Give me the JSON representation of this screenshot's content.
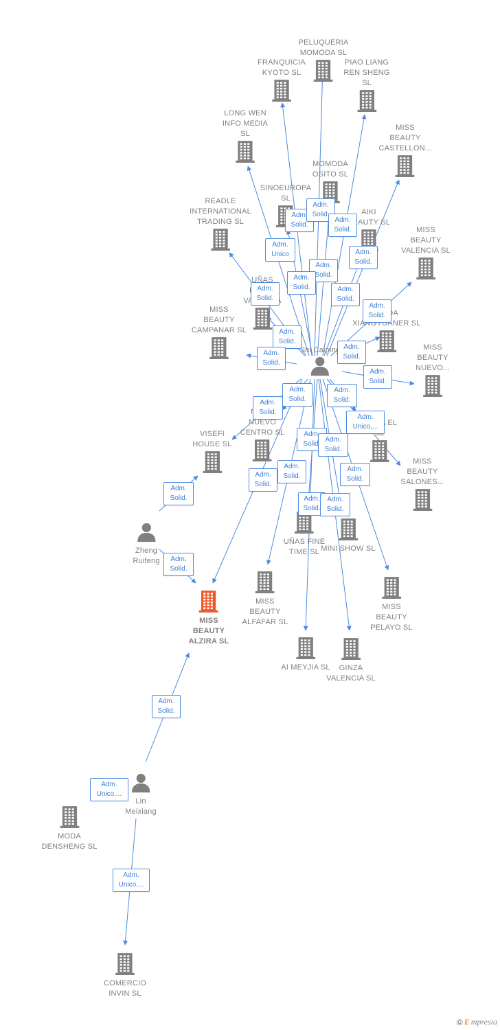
{
  "colors": {
    "edge": "#4a8be0",
    "company_icon": "#808080",
    "focus_icon": "#f05a28",
    "person_icon": "#808080",
    "label_text": "#808080",
    "edge_label_text": "#3c7fd6"
  },
  "nodes": [
    {
      "id": "peluqueria",
      "type": "company",
      "label": "PELUQUERIA\nMOMODA  SL"
    },
    {
      "id": "franquicia",
      "type": "company",
      "label": "FRANQUICIA\nKYOTO  SL"
    },
    {
      "id": "piao",
      "type": "company",
      "label": "PIAO LIANG\nREN SHENG\nSL"
    },
    {
      "id": "longwen",
      "type": "company",
      "label": "LONG WEN\nINFO MEDIA\nSL"
    },
    {
      "id": "castellon",
      "type": "company",
      "label": "MISS\nBEAUTY\nCASTELLON..."
    },
    {
      "id": "momoda_osito",
      "type": "company",
      "label": "MOMODA\nOSITO  SL"
    },
    {
      "id": "sinoeuropa",
      "type": "company",
      "label": "SINOEUROPA\nSL"
    },
    {
      "id": "aiki",
      "type": "company",
      "label": "AIKI\nBEAUTY  SL"
    },
    {
      "id": "readle",
      "type": "company",
      "label": "READLE\nINTERNATIONAL\nTRADING  SL"
    },
    {
      "id": "valencia",
      "type": "company",
      "label": "MISS\nBEAUTY\nVALENCIA  SL"
    },
    {
      "id": "unas_helen",
      "type": "company",
      "label": "UÑAS\nHELEN\nVALENCIA"
    },
    {
      "id": "campanar",
      "type": "company",
      "label": "MISS\nBEAUTY\nCAMPANAR  SL"
    },
    {
      "id": "moda_x",
      "type": "company",
      "label": "MODA\nXIANGYUANER  SL"
    },
    {
      "id": "nuevo",
      "type": "company",
      "label": "MISS\nBEAUTY\nNUEVO..."
    },
    {
      "id": "nuevo_centro",
      "type": "company",
      "label": "MODA\nNUEVO\nCENTRO  SL"
    },
    {
      "id": "visefi",
      "type": "company",
      "label": "VISEFI\nHOUSE  SL"
    },
    {
      "id": "moda_el",
      "type": "company",
      "label": "MODA EL\nSL"
    },
    {
      "id": "salones",
      "type": "company",
      "label": "MISS\nBEAUTY\nSALONES..."
    },
    {
      "id": "unas_fine",
      "type": "company",
      "label": "UÑAS FINE\nTIME  SL"
    },
    {
      "id": "mini_show",
      "type": "company",
      "label": "MINI SHOW  SL"
    },
    {
      "id": "alfafar",
      "type": "company",
      "label": "MISS\nBEAUTY\nALFAFAR  SL"
    },
    {
      "id": "pelayo",
      "type": "company",
      "label": "MISS\nBEAUTY\nPELAYO  SL"
    },
    {
      "id": "alzira",
      "type": "focus",
      "label": "MISS\nBEAUTY\nALZIRA  SL"
    },
    {
      "id": "ai_meyjia",
      "type": "company",
      "label": "AI MEYJIA  SL"
    },
    {
      "id": "ginza",
      "type": "company",
      "label": "GINZA\nVALENCIA  SL"
    },
    {
      "id": "moda_densheng",
      "type": "company",
      "label": "MODA\nDENSHENG  SL"
    },
    {
      "id": "comercio",
      "type": "company",
      "label": "COMERCIO\nINVIN  SL"
    },
    {
      "id": "shi",
      "type": "person",
      "label": "Shi Caiping"
    },
    {
      "id": "zheng",
      "type": "person",
      "label": "Zheng\nRuifeng"
    },
    {
      "id": "lin",
      "type": "person",
      "label": "Lin\nMeixiang"
    }
  ],
  "edge_labels": [
    "Adm.\nSolid.",
    "Adm.\nSolid.",
    "Adm.\nSolid.",
    "Adm.\nSolid.",
    "Adm.\nSolid.",
    "Adm.\nUnico",
    "Adm.\nSolid.",
    "Adm.\nSolid.",
    "Adm.\nSolid.",
    "Adm.\nSolid.",
    "Adm.\nSolid.",
    "Adm.\nSolid.",
    "Adm.\nSolid.",
    "Adm.\nSolid.",
    "Adm.\nSolid.",
    "Adm.\nSolid.",
    "Adm.\nSolid.",
    "Adm.\nSolid.",
    "Adm.\nUnico,...",
    "Adm.\nSolid.",
    "Adm.\nSolid.",
    "Adm.\nSolid.",
    "Adm.\nSolid.",
    "Adm.\nSolid.",
    "Adm.\nSolid.",
    "Adm.\nSolid.",
    "Adm.\nSolid.",
    "Adm.\nSolid.",
    "Adm.\nSolid.",
    "Adm.\nSolid.",
    "Adm.\nUnico,...",
    "Adm.\nUnico,..."
  ],
  "footer": {
    "copyright": "©",
    "brand_initial": "E",
    "brand_rest": "mpresia"
  }
}
